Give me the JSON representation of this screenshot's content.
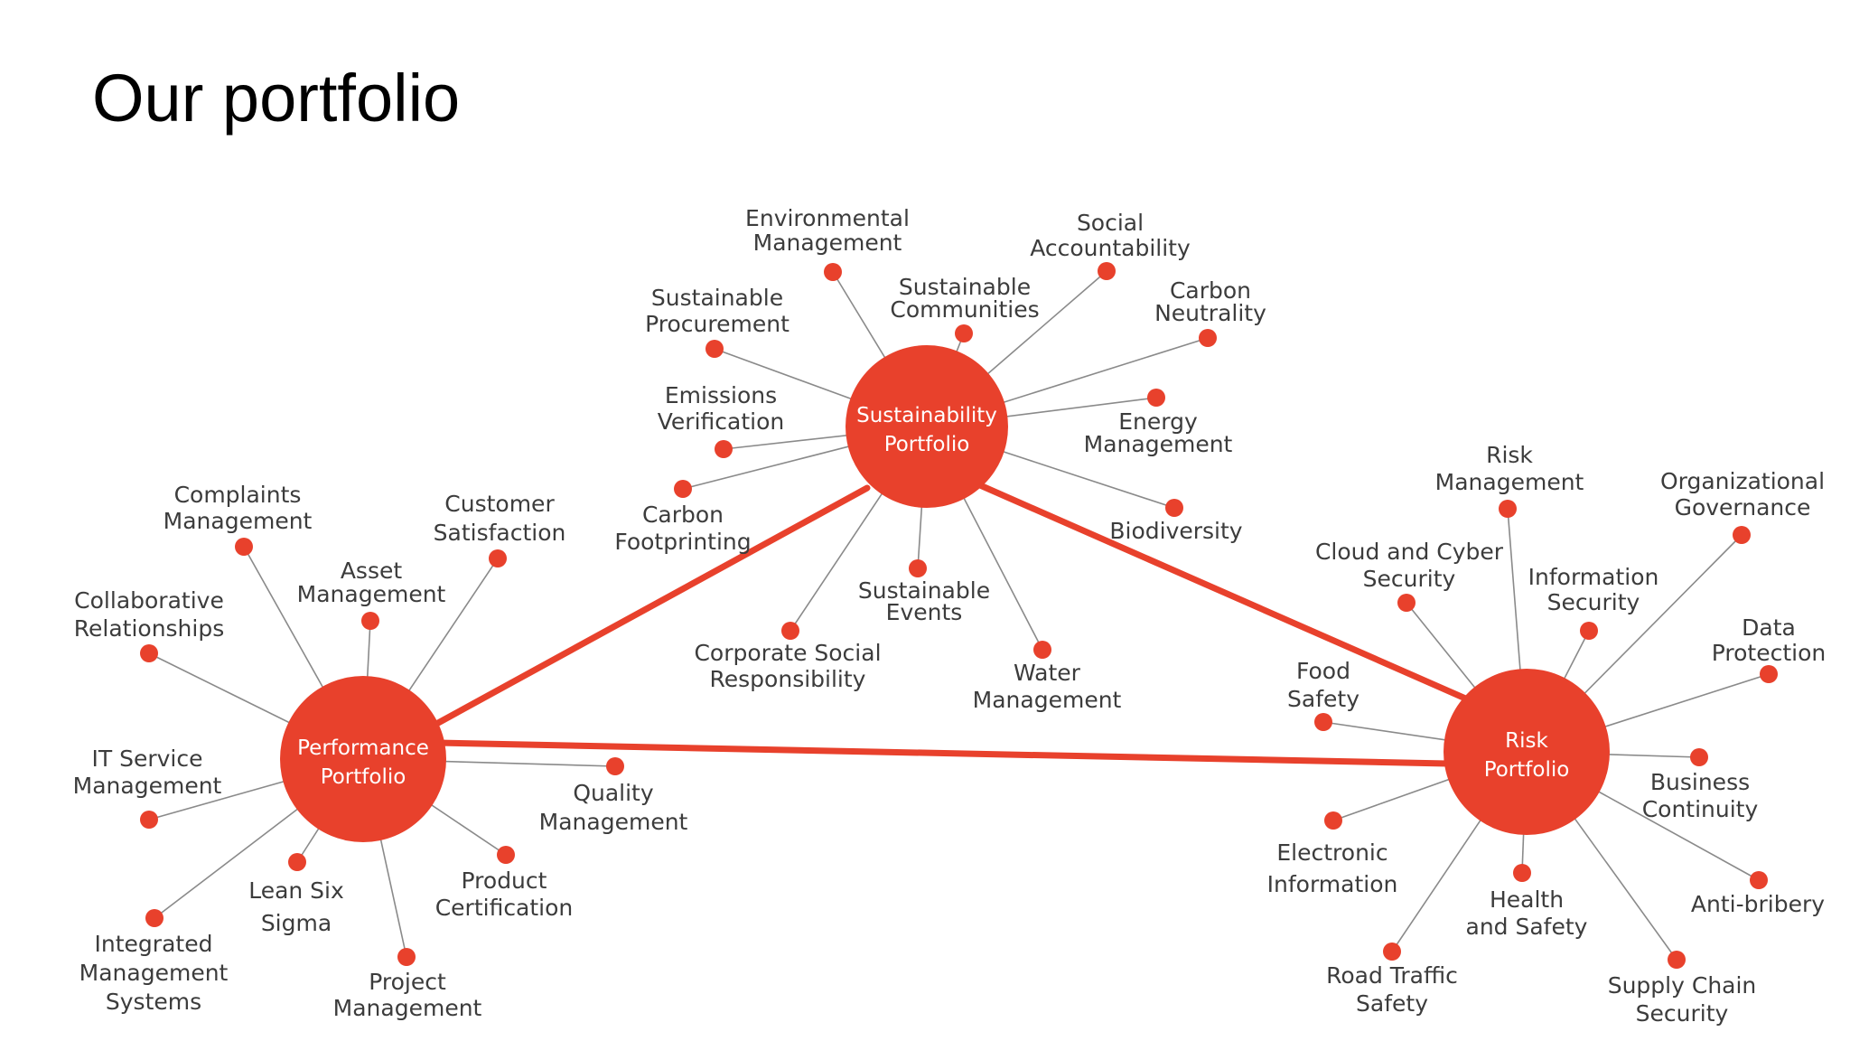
{
  "title": "Our portfolio",
  "colors": {
    "accent": "#e8412c",
    "spoke": "#8a8a8a",
    "label": "#3c3c3c"
  },
  "hubs": [
    {
      "id": "performance",
      "lines": [
        "Performance",
        "Portfolio"
      ]
    },
    {
      "id": "sustainability",
      "lines": [
        "Sustainability",
        "Portfolio"
      ]
    },
    {
      "id": "risk",
      "lines": [
        "Risk",
        "Portfolio"
      ]
    }
  ],
  "links": [
    {
      "from": "performance",
      "to": "sustainability"
    },
    {
      "from": "performance",
      "to": "risk"
    },
    {
      "from": "sustainability",
      "to": "risk"
    }
  ],
  "leaves": [
    {
      "hub": "performance",
      "lines": [
        "Complaints",
        "Management"
      ]
    },
    {
      "hub": "performance",
      "lines": [
        "Customer",
        "Satisfaction"
      ]
    },
    {
      "hub": "performance",
      "lines": [
        "Asset",
        "Management"
      ]
    },
    {
      "hub": "performance",
      "lines": [
        "Collaborative",
        "Relationships"
      ]
    },
    {
      "hub": "performance",
      "lines": [
        "IT Service",
        "Management"
      ]
    },
    {
      "hub": "performance",
      "lines": [
        "Quality",
        "Management"
      ]
    },
    {
      "hub": "performance",
      "lines": [
        "Lean Six",
        "Sigma"
      ]
    },
    {
      "hub": "performance",
      "lines": [
        "Product",
        "Certification"
      ]
    },
    {
      "hub": "performance",
      "lines": [
        "Integrated",
        "Management",
        "Systems"
      ]
    },
    {
      "hub": "performance",
      "lines": [
        "Project",
        "Management"
      ]
    },
    {
      "hub": "sustainability",
      "lines": [
        "Environmental",
        "Management"
      ]
    },
    {
      "hub": "sustainability",
      "lines": [
        "Social",
        "Accountability"
      ]
    },
    {
      "hub": "sustainability",
      "lines": [
        "Sustainable",
        "Communities"
      ]
    },
    {
      "hub": "sustainability",
      "lines": [
        "Sustainable",
        "Procurement"
      ]
    },
    {
      "hub": "sustainability",
      "lines": [
        "Carbon",
        "Neutrality"
      ]
    },
    {
      "hub": "sustainability",
      "lines": [
        "Emissions",
        "Verification"
      ]
    },
    {
      "hub": "sustainability",
      "lines": [
        "Energy",
        "Management"
      ]
    },
    {
      "hub": "sustainability",
      "lines": [
        "Carbon",
        "Footprinting"
      ]
    },
    {
      "hub": "sustainability",
      "lines": [
        "Biodiversity"
      ]
    },
    {
      "hub": "sustainability",
      "lines": [
        "Sustainable",
        "Events"
      ]
    },
    {
      "hub": "sustainability",
      "lines": [
        "Corporate Social",
        "Responsibility"
      ]
    },
    {
      "hub": "sustainability",
      "lines": [
        "Water",
        "Management"
      ]
    },
    {
      "hub": "risk",
      "lines": [
        "Risk",
        "Management"
      ]
    },
    {
      "hub": "risk",
      "lines": [
        "Organizational",
        "Governance"
      ]
    },
    {
      "hub": "risk",
      "lines": [
        "Cloud and Cyber",
        "Security"
      ]
    },
    {
      "hub": "risk",
      "lines": [
        "Information",
        "Security"
      ]
    },
    {
      "hub": "risk",
      "lines": [
        "Data",
        "Protection"
      ]
    },
    {
      "hub": "risk",
      "lines": [
        "Food",
        "Safety"
      ]
    },
    {
      "hub": "risk",
      "lines": [
        "Business",
        "Continuity"
      ]
    },
    {
      "hub": "risk",
      "lines": [
        "Electronic",
        "Information"
      ]
    },
    {
      "hub": "risk",
      "lines": [
        "Health",
        "and Safety"
      ]
    },
    {
      "hub": "risk",
      "lines": [
        "Anti-bribery"
      ]
    },
    {
      "hub": "risk",
      "lines": [
        "Road Traffic",
        "Safety"
      ]
    },
    {
      "hub": "risk",
      "lines": [
        "Supply Chain",
        "Security"
      ]
    }
  ]
}
